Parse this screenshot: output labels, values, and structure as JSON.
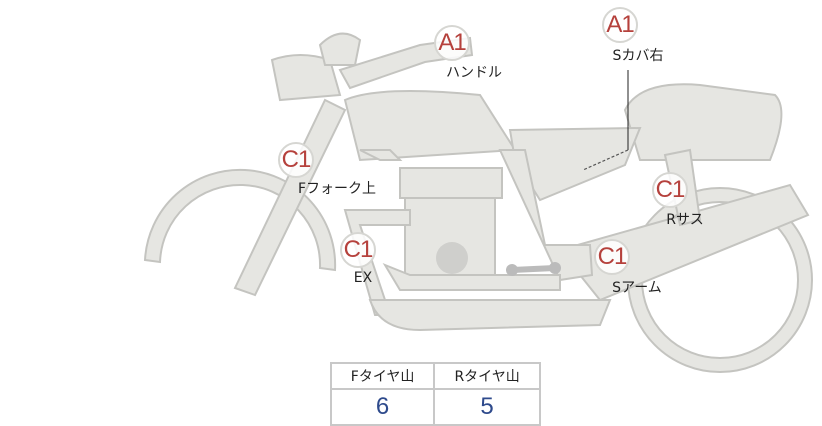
{
  "parts": [
    {
      "grade": "A1",
      "label": "ハンドル"
    },
    {
      "grade": "A1",
      "label": "Sカバ右"
    },
    {
      "grade": "C1",
      "label": "Fフォーク上"
    },
    {
      "grade": "C1",
      "label": "Rサス"
    },
    {
      "grade": "C1",
      "label": "EX"
    },
    {
      "grade": "C1",
      "label": "Sアーム"
    }
  ],
  "tire_table": {
    "headers": [
      "Fタイヤ山",
      "Rタイヤ山"
    ],
    "values": [
      "6",
      "5"
    ]
  },
  "colors": {
    "grade_text": "#b5413c",
    "value_text": "#2e4a8c",
    "bike_fill": "#e6e6e2",
    "bike_stroke": "#c4c4c0"
  }
}
